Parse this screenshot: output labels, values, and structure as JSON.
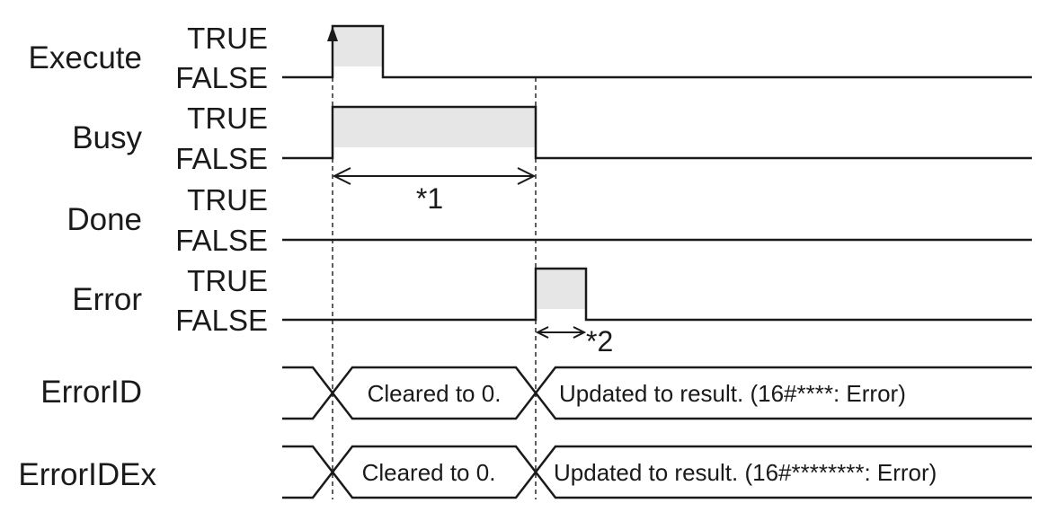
{
  "signals": [
    {
      "name": "Execute",
      "true_label": "TRUE",
      "false_label": "FALSE"
    },
    {
      "name": "Busy",
      "true_label": "TRUE",
      "false_label": "FALSE"
    },
    {
      "name": "Done",
      "true_label": "TRUE",
      "false_label": "FALSE"
    },
    {
      "name": "Error",
      "true_label": "TRUE",
      "false_label": "FALSE"
    }
  ],
  "buses": [
    {
      "name": "ErrorID",
      "cleared_text": "Cleared to 0.",
      "updated_text": "Updated to result. (16#****: Error)"
    },
    {
      "name": "ErrorIDEx",
      "cleared_text": "Cleared to 0.",
      "updated_text": "Updated to result. (16#********: Error)"
    }
  ],
  "annotations": {
    "busy_span": "*1",
    "error_span": "*2"
  }
}
